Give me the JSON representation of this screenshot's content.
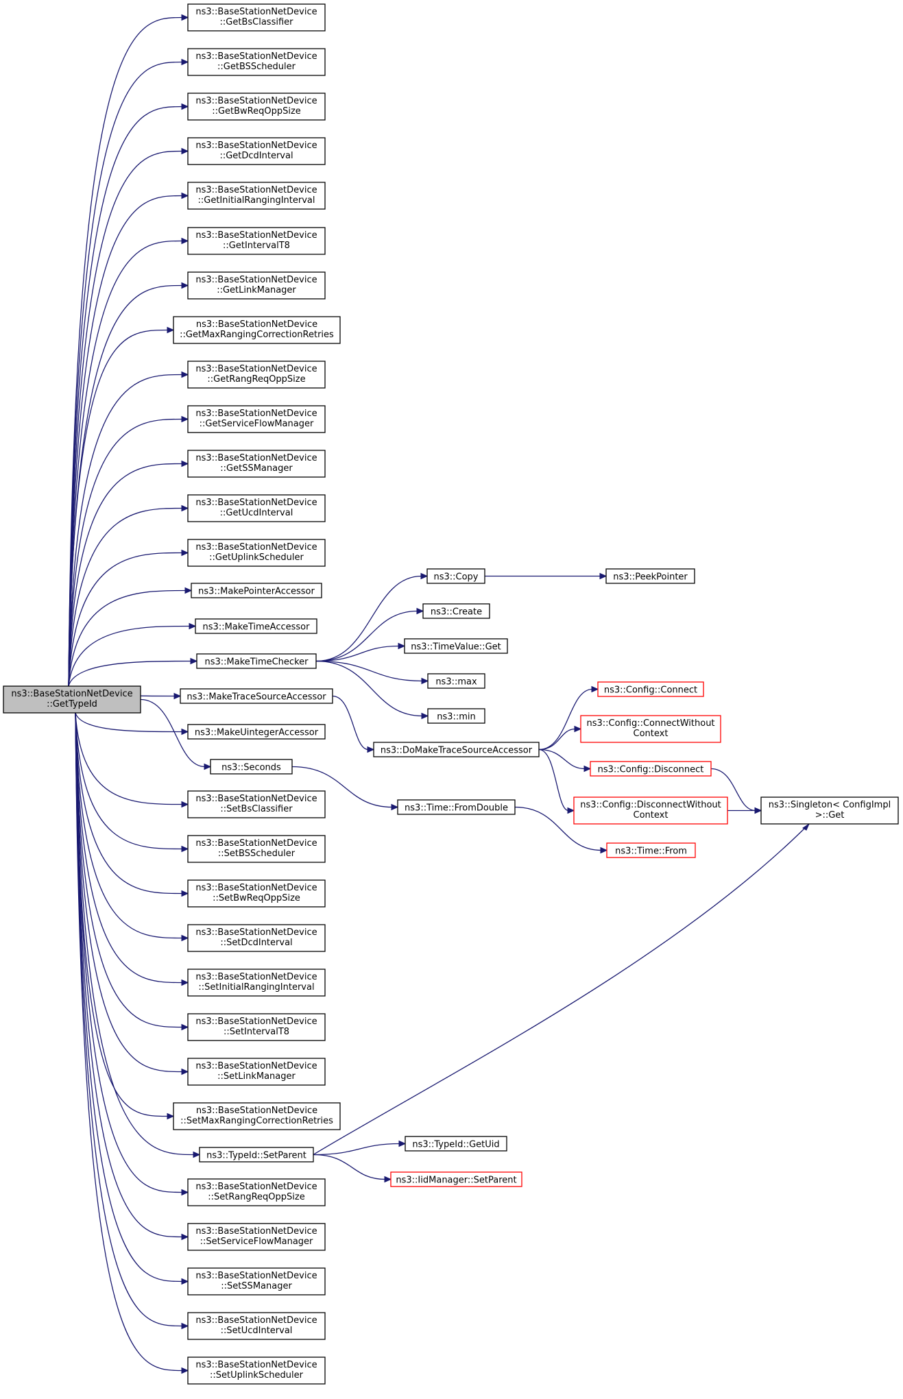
{
  "colors": {
    "edge": "#191970",
    "root_fill": "#bfbfbf",
    "box_border": "#000000",
    "incomplete_border": "#ff0000"
  },
  "nodes": {
    "root": {
      "lines": [
        "ns3::BaseStationNetDevice",
        "::GetTypeId"
      ],
      "root": true
    },
    "getBsClassifier": {
      "lines": [
        "ns3::BaseStationNetDevice",
        "::GetBsClassifier"
      ]
    },
    "getBSScheduler": {
      "lines": [
        "ns3::BaseStationNetDevice",
        "::GetBSScheduler"
      ]
    },
    "getBwReqOppSize": {
      "lines": [
        "ns3::BaseStationNetDevice",
        "::GetBwReqOppSize"
      ]
    },
    "getDcdInterval": {
      "lines": [
        "ns3::BaseStationNetDevice",
        "::GetDcdInterval"
      ]
    },
    "getInitialRangingInterval": {
      "lines": [
        "ns3::BaseStationNetDevice",
        "::GetInitialRangingInterval"
      ]
    },
    "getIntervalT8": {
      "lines": [
        "ns3::BaseStationNetDevice",
        "::GetIntervalT8"
      ]
    },
    "getLinkManager": {
      "lines": [
        "ns3::BaseStationNetDevice",
        "::GetLinkManager"
      ]
    },
    "getMaxRangingCorrectionRetries": {
      "lines": [
        "ns3::BaseStationNetDevice",
        "::GetMaxRangingCorrectionRetries"
      ]
    },
    "getRangReqOppSize": {
      "lines": [
        "ns3::BaseStationNetDevice",
        "::GetRangReqOppSize"
      ]
    },
    "getServiceFlowManager": {
      "lines": [
        "ns3::BaseStationNetDevice",
        "::GetServiceFlowManager"
      ]
    },
    "getSSManager": {
      "lines": [
        "ns3::BaseStationNetDevice",
        "::GetSSManager"
      ]
    },
    "getUcdInterval": {
      "lines": [
        "ns3::BaseStationNetDevice",
        "::GetUcdInterval"
      ]
    },
    "getUplinkScheduler": {
      "lines": [
        "ns3::BaseStationNetDevice",
        "::GetUplinkScheduler"
      ]
    },
    "makePointerAccessor": {
      "lines": [
        "ns3::MakePointerAccessor"
      ]
    },
    "makeTimeAccessor": {
      "lines": [
        "ns3::MakeTimeAccessor"
      ]
    },
    "makeTimeChecker": {
      "lines": [
        "ns3::MakeTimeChecker"
      ]
    },
    "makeTraceSourceAccessor": {
      "lines": [
        "ns3::MakeTraceSourceAccessor"
      ]
    },
    "makeUintegerAccessor": {
      "lines": [
        "ns3::MakeUintegerAccessor"
      ]
    },
    "seconds": {
      "lines": [
        "ns3::Seconds"
      ]
    },
    "setBsClassifier": {
      "lines": [
        "ns3::BaseStationNetDevice",
        "::SetBsClassifier"
      ]
    },
    "setBSScheduler": {
      "lines": [
        "ns3::BaseStationNetDevice",
        "::SetBSScheduler"
      ]
    },
    "setBwReqOppSize": {
      "lines": [
        "ns3::BaseStationNetDevice",
        "::SetBwReqOppSize"
      ]
    },
    "setDcdInterval": {
      "lines": [
        "ns3::BaseStationNetDevice",
        "::SetDcdInterval"
      ]
    },
    "setInitialRangingInterval": {
      "lines": [
        "ns3::BaseStationNetDevice",
        "::SetInitialRangingInterval"
      ]
    },
    "setIntervalT8": {
      "lines": [
        "ns3::BaseStationNetDevice",
        "::SetIntervalT8"
      ]
    },
    "setLinkManager": {
      "lines": [
        "ns3::BaseStationNetDevice",
        "::SetLinkManager"
      ]
    },
    "setMaxRangingCorrectionRetries": {
      "lines": [
        "ns3::BaseStationNetDevice",
        "::SetMaxRangingCorrectionRetries"
      ]
    },
    "typeIdSetParent": {
      "lines": [
        "ns3::TypeId::SetParent"
      ]
    },
    "setRangReqOppSize": {
      "lines": [
        "ns3::BaseStationNetDevice",
        "::SetRangReqOppSize"
      ]
    },
    "setServiceFlowManager": {
      "lines": [
        "ns3::BaseStationNetDevice",
        "::SetServiceFlowManager"
      ]
    },
    "setSSManager": {
      "lines": [
        "ns3::BaseStationNetDevice",
        "::SetSSManager"
      ]
    },
    "setUcdInterval": {
      "lines": [
        "ns3::BaseStationNetDevice",
        "::SetUcdInterval"
      ]
    },
    "setUplinkScheduler": {
      "lines": [
        "ns3::BaseStationNetDevice",
        "::SetUplinkScheduler"
      ]
    },
    "copy": {
      "lines": [
        "ns3::Copy"
      ]
    },
    "peekPointer": {
      "lines": [
        "ns3::PeekPointer"
      ]
    },
    "create": {
      "lines": [
        "ns3::Create"
      ]
    },
    "timeValueGet": {
      "lines": [
        "ns3::TimeValue::Get"
      ]
    },
    "max": {
      "lines": [
        "ns3::max"
      ]
    },
    "min": {
      "lines": [
        "ns3::min"
      ]
    },
    "doMakeTraceSourceAccessor": {
      "lines": [
        "ns3::DoMakeTraceSourceAccessor"
      ]
    },
    "configConnect": {
      "lines": [
        "ns3::Config::Connect"
      ],
      "incomplete": true
    },
    "configConnectWithoutContext": {
      "lines": [
        "ns3::Config::ConnectWithout",
        "Context"
      ],
      "incomplete": true
    },
    "configDisconnect": {
      "lines": [
        "ns3::Config::Disconnect"
      ],
      "incomplete": true
    },
    "configDisconnectWithoutContext": {
      "lines": [
        "ns3::Config::DisconnectWithout",
        "Context"
      ],
      "incomplete": true
    },
    "singletonGet": {
      "lines": [
        "ns3::Singleton< ConfigImpl",
        " >::Get"
      ]
    },
    "timeFromDouble": {
      "lines": [
        "ns3::Time::FromDouble"
      ]
    },
    "timeFrom": {
      "lines": [
        "ns3::Time::From"
      ],
      "incomplete": true
    },
    "typeIdGetUid": {
      "lines": [
        "ns3::TypeId::GetUid"
      ]
    },
    "iidManagerSetParent": {
      "lines": [
        "ns3::IidManager::SetParent"
      ],
      "incomplete": true
    }
  },
  "edges": [
    [
      "root",
      "getBsClassifier"
    ],
    [
      "root",
      "getBSScheduler"
    ],
    [
      "root",
      "getBwReqOppSize"
    ],
    [
      "root",
      "getDcdInterval"
    ],
    [
      "root",
      "getInitialRangingInterval"
    ],
    [
      "root",
      "getIntervalT8"
    ],
    [
      "root",
      "getLinkManager"
    ],
    [
      "root",
      "getMaxRangingCorrectionRetries"
    ],
    [
      "root",
      "getRangReqOppSize"
    ],
    [
      "root",
      "getServiceFlowManager"
    ],
    [
      "root",
      "getSSManager"
    ],
    [
      "root",
      "getUcdInterval"
    ],
    [
      "root",
      "getUplinkScheduler"
    ],
    [
      "root",
      "makePointerAccessor"
    ],
    [
      "root",
      "makeTimeAccessor"
    ],
    [
      "root",
      "makeTimeChecker"
    ],
    [
      "root",
      "makeTraceSourceAccessor"
    ],
    [
      "root",
      "makeUintegerAccessor"
    ],
    [
      "root",
      "seconds"
    ],
    [
      "root",
      "setBsClassifier"
    ],
    [
      "root",
      "setBSScheduler"
    ],
    [
      "root",
      "setBwReqOppSize"
    ],
    [
      "root",
      "setDcdInterval"
    ],
    [
      "root",
      "setInitialRangingInterval"
    ],
    [
      "root",
      "setIntervalT8"
    ],
    [
      "root",
      "setLinkManager"
    ],
    [
      "root",
      "setMaxRangingCorrectionRetries"
    ],
    [
      "root",
      "typeIdSetParent"
    ],
    [
      "root",
      "setRangReqOppSize"
    ],
    [
      "root",
      "setServiceFlowManager"
    ],
    [
      "root",
      "setSSManager"
    ],
    [
      "root",
      "setUcdInterval"
    ],
    [
      "root",
      "setUplinkScheduler"
    ],
    [
      "makeTimeChecker",
      "copy"
    ],
    [
      "makeTimeChecker",
      "create"
    ],
    [
      "makeTimeChecker",
      "timeValueGet"
    ],
    [
      "makeTimeChecker",
      "max"
    ],
    [
      "makeTimeChecker",
      "min"
    ],
    [
      "copy",
      "peekPointer"
    ],
    [
      "makeTraceSourceAccessor",
      "doMakeTraceSourceAccessor"
    ],
    [
      "doMakeTraceSourceAccessor",
      "configConnect"
    ],
    [
      "doMakeTraceSourceAccessor",
      "configConnectWithoutContext"
    ],
    [
      "doMakeTraceSourceAccessor",
      "configDisconnect"
    ],
    [
      "doMakeTraceSourceAccessor",
      "configDisconnectWithoutContext"
    ],
    [
      "configDisconnect",
      "singletonGet"
    ],
    [
      "configDisconnectWithoutContext",
      "singletonGet"
    ],
    [
      "seconds",
      "timeFromDouble"
    ],
    [
      "timeFromDouble",
      "timeFrom"
    ],
    [
      "typeIdSetParent",
      "singletonGet"
    ],
    [
      "typeIdSetParent",
      "typeIdGetUid"
    ],
    [
      "typeIdSetParent",
      "iidManagerSetParent"
    ]
  ]
}
